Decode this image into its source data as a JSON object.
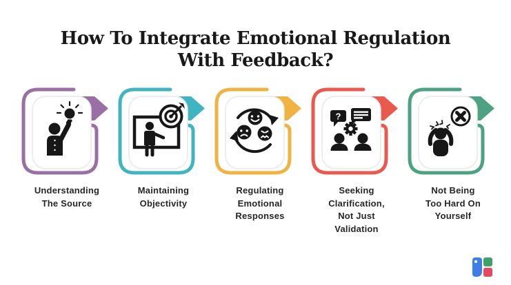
{
  "title": {
    "line1": "How To Integrate Emotional Regulation",
    "line2": "With Feedback?"
  },
  "steps": [
    {
      "label": [
        "Understanding",
        "The Source"
      ],
      "color": "#9a6fa4",
      "icon": "idea-lightbulb-person-icon"
    },
    {
      "label": [
        "Maintaining",
        "Objectivity"
      ],
      "color": "#41b4c2",
      "icon": "presentation-target-icon"
    },
    {
      "label": [
        "Regulating",
        "Emotional",
        "Responses"
      ],
      "color": "#f0b241",
      "icon": "emotion-cycle-icon"
    },
    {
      "label": [
        "Seeking",
        "Clarification,",
        "Not Just",
        "Validation"
      ],
      "color": "#e9594e",
      "icon": "clarification-dialogue-icon"
    },
    {
      "label": [
        "Not Being",
        "Too Hard On",
        "Yourself"
      ],
      "color": "#4da283",
      "icon": "self-criticism-icon"
    }
  ],
  "text_color": "#262626",
  "logo": {
    "blue": "#3f7de8",
    "green": "#3fa169",
    "red": "#e54861"
  }
}
